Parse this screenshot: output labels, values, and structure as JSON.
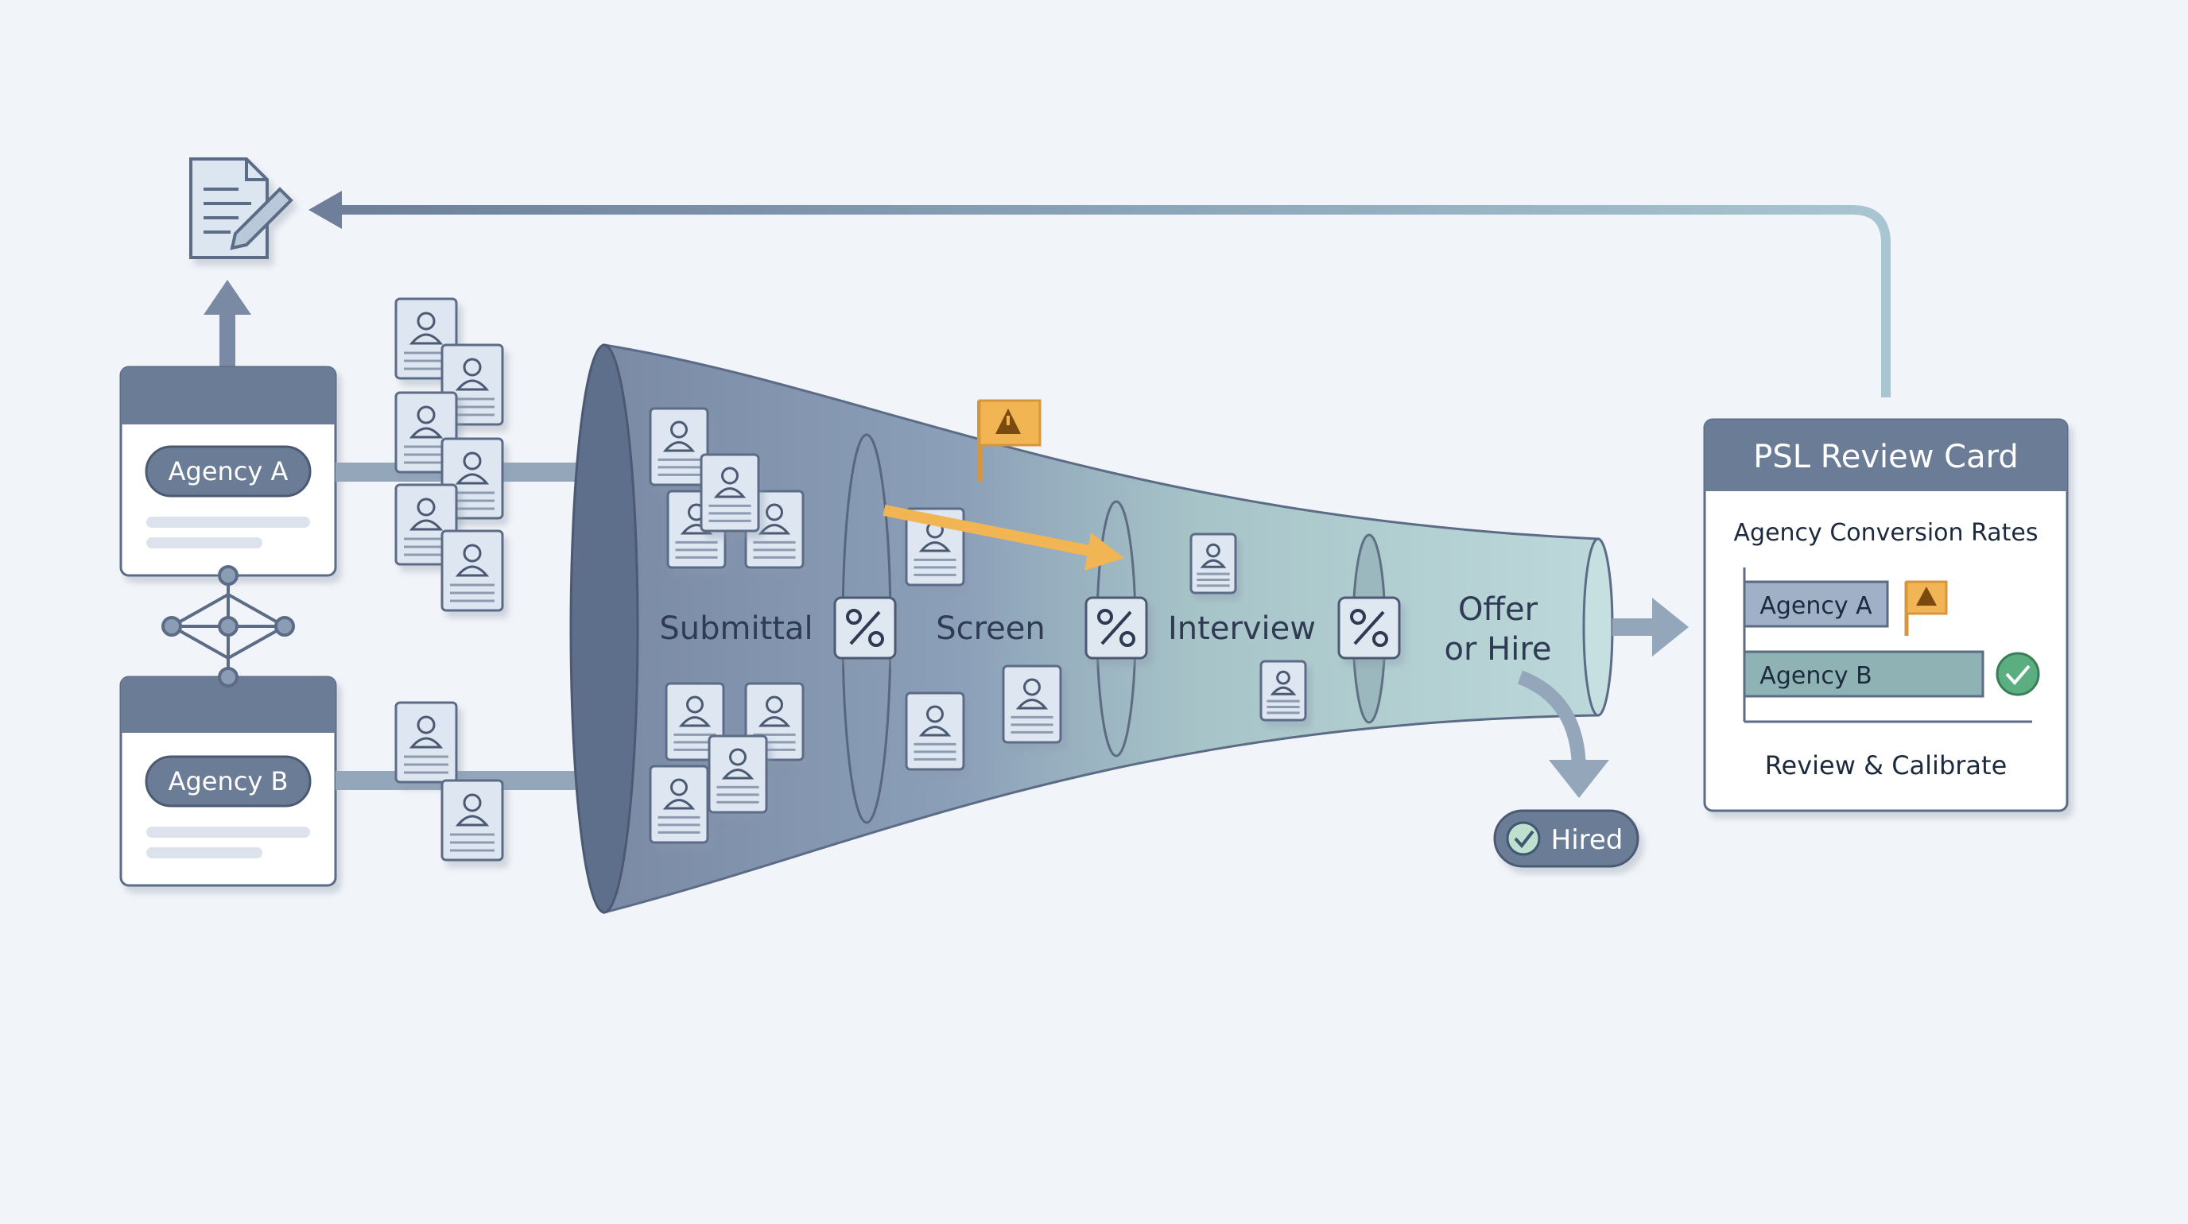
{
  "agencies": [
    {
      "label": "Agency A"
    },
    {
      "label": "Agency B"
    }
  ],
  "stages": [
    {
      "label": "Submittal"
    },
    {
      "label": "Screen"
    },
    {
      "label": "Interview"
    },
    {
      "label_line1": "Offer",
      "label_line2": "or Hire"
    }
  ],
  "hired": {
    "label": "Hired"
  },
  "psl_card": {
    "title": "PSL Review Card",
    "subtitle": "Agency Conversion Rates",
    "bars": [
      {
        "label": "Agency A",
        "status": "warning"
      },
      {
        "label": "Agency B",
        "status": "ok"
      }
    ],
    "footer": "Review & Calibrate"
  },
  "icons": {
    "conversion": "percent-icon",
    "candidate": "candidate-resume-icon",
    "feedback_doc": "document-edit-icon",
    "warning": "warning-flag-icon",
    "ok": "check-circle-icon",
    "network": "network-hub-icon"
  },
  "colors": {
    "background": "#f1f4f8",
    "slate": "#6a7b96",
    "slate_dark": "#57677f",
    "teal": "#8fb3b5",
    "flag_orange": "#f2b554",
    "check_green": "#5aae80",
    "feedback_line": "#a6c4cf"
  }
}
